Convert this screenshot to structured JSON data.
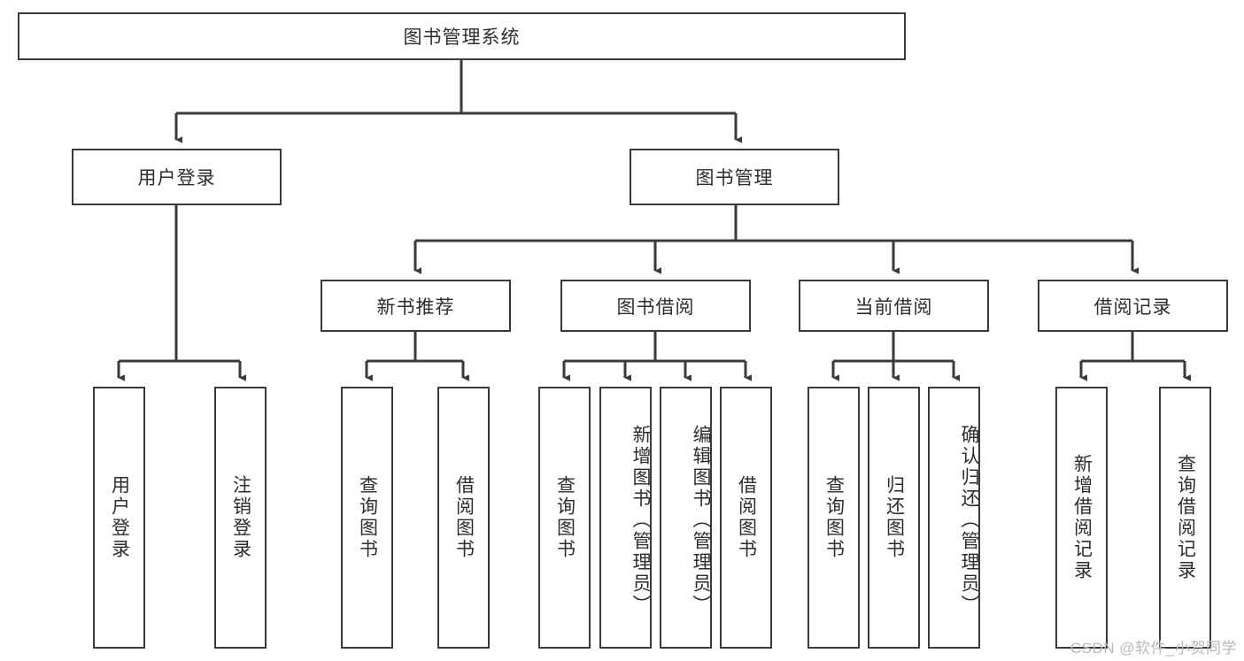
{
  "diagram": {
    "type": "tree-hierarchy",
    "title": "图书管理系统",
    "watermark": "CSDN @软件_小贺同学",
    "colors": {
      "box_border": "#3a3a3a",
      "box_fill": "#ffffff",
      "connector": "#3a3a3a",
      "text": "#2d2d2d",
      "watermark": "#b9b9b9",
      "background": "#ffffff"
    },
    "root": {
      "id": "root",
      "label": "图书管理系统"
    },
    "level2": [
      {
        "id": "user-login",
        "label": "用户登录"
      },
      {
        "id": "book-manage",
        "label": "图书管理"
      }
    ],
    "level3": [
      {
        "id": "new-book-recommend",
        "label": "新书推荐",
        "parent": "book-manage"
      },
      {
        "id": "book-borrow",
        "label": "图书借阅",
        "parent": "book-manage"
      },
      {
        "id": "current-borrow",
        "label": "当前借阅",
        "parent": "book-manage"
      },
      {
        "id": "borrow-record",
        "label": "借阅记录",
        "parent": "book-manage"
      }
    ],
    "leaves": {
      "user-login": [
        {
          "id": "leaf-user-login",
          "label": "用户登录"
        },
        {
          "id": "leaf-user-logout",
          "label": "注销登录"
        }
      ],
      "new-book-recommend": [
        {
          "id": "leaf-query-book-1",
          "label": "查询图书"
        },
        {
          "id": "leaf-borrow-book-1",
          "label": "借阅图书"
        }
      ],
      "book-borrow": [
        {
          "id": "leaf-query-book-2",
          "label": "查询图书"
        },
        {
          "id": "leaf-add-book",
          "label": "新增图书（管理员）"
        },
        {
          "id": "leaf-edit-book",
          "label": "编辑图书（管理员）"
        },
        {
          "id": "leaf-borrow-book-2",
          "label": "借阅图书"
        }
      ],
      "current-borrow": [
        {
          "id": "leaf-query-book-3",
          "label": "查询图书"
        },
        {
          "id": "leaf-return-book",
          "label": "归还图书"
        },
        {
          "id": "leaf-confirm-return",
          "label": "确认归还（管理员）"
        }
      ],
      "borrow-record": [
        {
          "id": "leaf-add-record",
          "label": "新增借阅记录"
        },
        {
          "id": "leaf-query-record",
          "label": "查询借阅记录"
        }
      ]
    }
  }
}
